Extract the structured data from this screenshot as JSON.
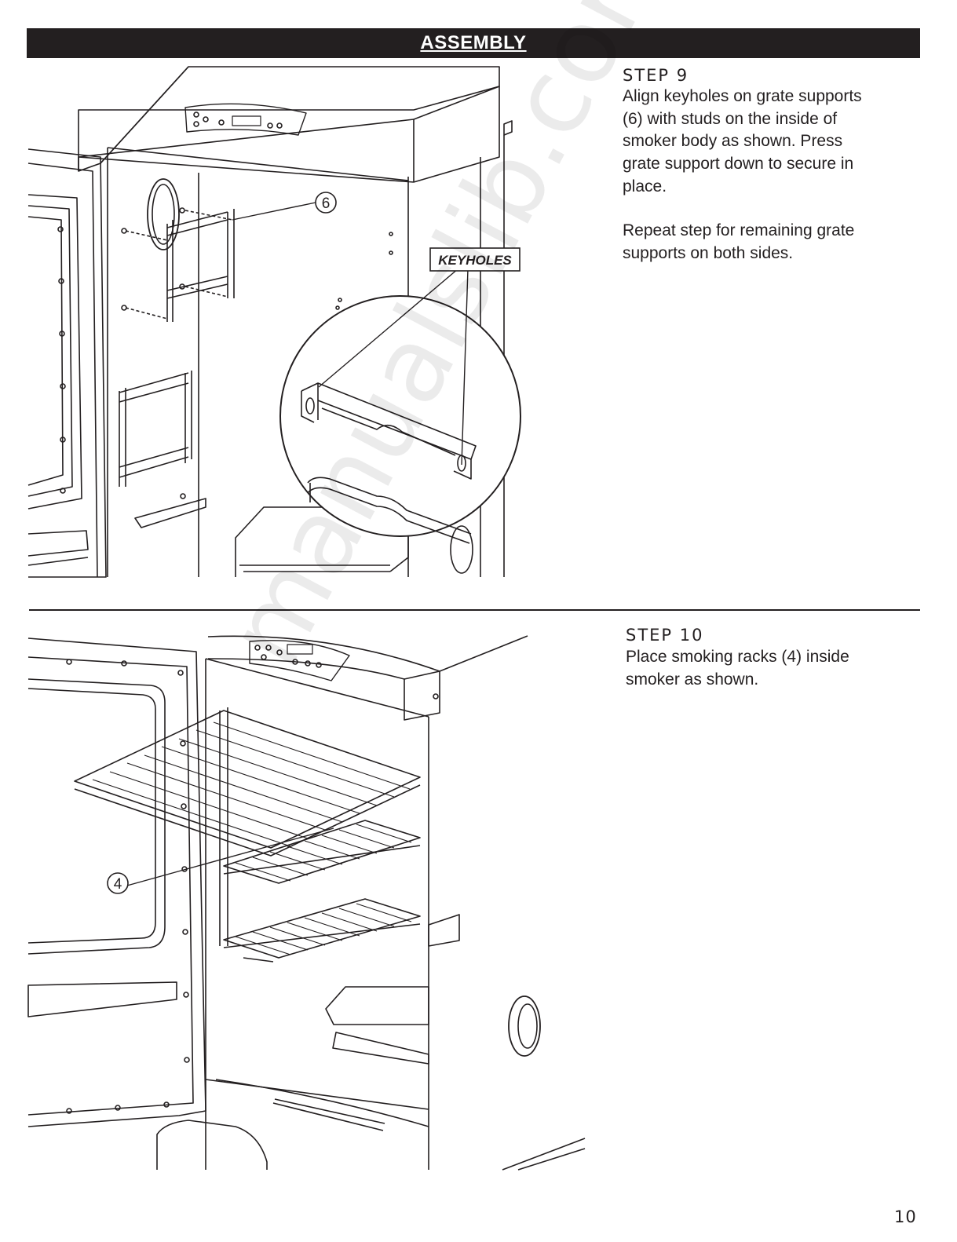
{
  "header": {
    "title": "ASSEMBLY"
  },
  "step9": {
    "title": "STEP 9",
    "paragraph1": [
      "Align keyholes on grate supports",
      "(6) with studs on the inside of",
      "smoker body as shown. Press",
      "grate support down to secure in",
      "place."
    ],
    "paragraph2": [
      "Repeat step for remaining grate",
      "supports on both sides."
    ],
    "callout_part": "6",
    "keyholes_label": "KEYHOLES"
  },
  "step10": {
    "title": "STEP 10",
    "paragraph1": [
      "Place smoking racks (4) inside",
      "smoker as shown."
    ],
    "callout_part": "4"
  },
  "watermark": "manualslib.com",
  "page_number": "10"
}
